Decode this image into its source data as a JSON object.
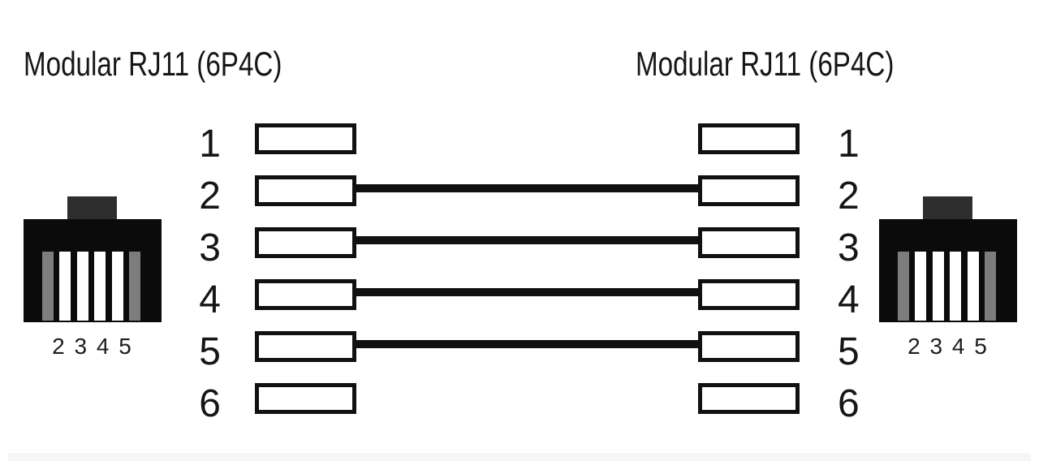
{
  "titles": {
    "left": "Modular RJ11 (6P4C)",
    "right": "Modular RJ11 (6P4C)"
  },
  "pins": [
    {
      "number": "1",
      "connected": false
    },
    {
      "number": "2",
      "connected": true
    },
    {
      "number": "3",
      "connected": true
    },
    {
      "number": "4",
      "connected": true
    },
    {
      "number": "5",
      "connected": true
    },
    {
      "number": "6",
      "connected": false
    }
  ],
  "wired_pins": [
    "2",
    "3",
    "4",
    "5"
  ],
  "connectors": {
    "left": {
      "label": "2 3 4 5"
    },
    "right": {
      "label": "2 3 4 5"
    }
  },
  "colors": {
    "background": "#ffffff",
    "connector_body": "#0b0b0b",
    "connector_tab": "#2e2e2e",
    "outer_contact": "#7d7d7d",
    "inner_contact": "#ffffff",
    "wire": "#111111",
    "pin_box_border": "#111111",
    "text": "#161616",
    "bottom_strip": "#f5f6f7"
  }
}
